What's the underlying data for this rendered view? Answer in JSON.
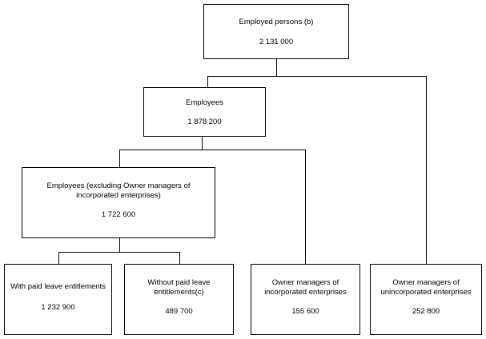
{
  "diagram": {
    "root": {
      "label": "Employed persons (b)",
      "value": "2 131 000"
    },
    "employees": {
      "label": "Employees",
      "value": "1 878 200"
    },
    "employees_excl": {
      "label": "Employees (excluding Owner managers of incorporated enterprises)",
      "value": "1 722 600"
    },
    "paid_leave": {
      "label": "With paid leave entitlements",
      "value": "1 232 900"
    },
    "no_paid_leave": {
      "label": "Without paid leave entitlements(c)",
      "value": "489 700"
    },
    "owner_incorporated": {
      "label": "Owner managers of incorporated enterprises",
      "value": "155 600"
    },
    "owner_unincorporated": {
      "label": "Owner managers of unincorporated enterprises",
      "value": "252 800"
    }
  }
}
